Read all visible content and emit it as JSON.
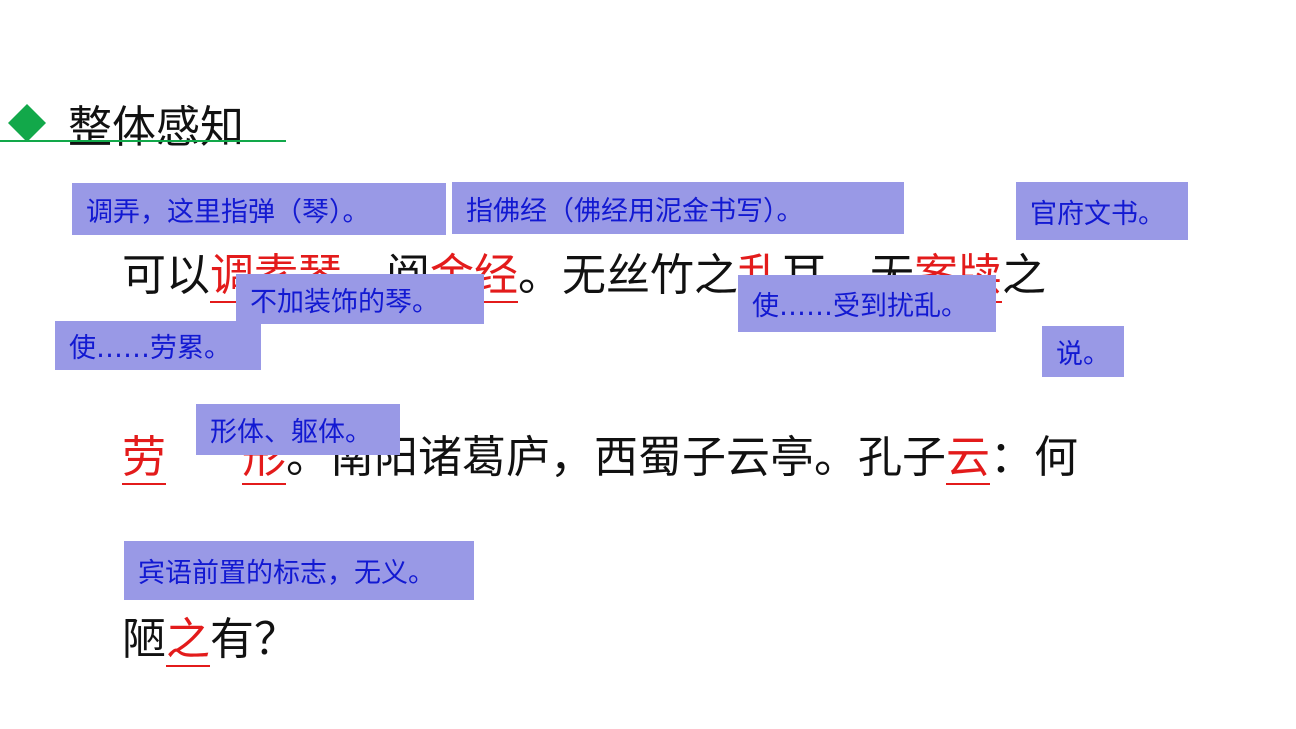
{
  "heading": "整体感知",
  "lines": {
    "l1": {
      "t1": "可以",
      "w_tiao": "调",
      "w_suqin": "素琴",
      "t2": "，阅",
      "w_jinjing": "金经",
      "t3": "。无丝竹之",
      "w_luan": "乱",
      "t4": "耳，无",
      "w_andu": "案牍",
      "t5": "之"
    },
    "l2": {
      "w_lao": "劳",
      "w_xing": "形",
      "t1": "。南阳诸葛庐，西蜀子云亭。孔子",
      "w_yun": "云",
      "t2": "：何"
    },
    "l3": {
      "t1": "陋",
      "w_zhi": "之",
      "t2": "有？"
    }
  },
  "notes": {
    "tiao": "调弄，这里指弹（琴）。",
    "jinjing": "指佛经（佛经用泥金书写）。",
    "andu": "官府文书。",
    "suqin": "不加装饰的琴。",
    "luan": "使……受到扰乱。",
    "lao": "使……劳累。",
    "yun": "说。",
    "xing": "形体、躯体。",
    "zhi": "宾语前置的标志，无义。"
  },
  "colors": {
    "accent_green": "#12a84a",
    "highlight_red": "#e31b1b",
    "note_bg": "#9999e6",
    "note_text": "#1219d2"
  }
}
